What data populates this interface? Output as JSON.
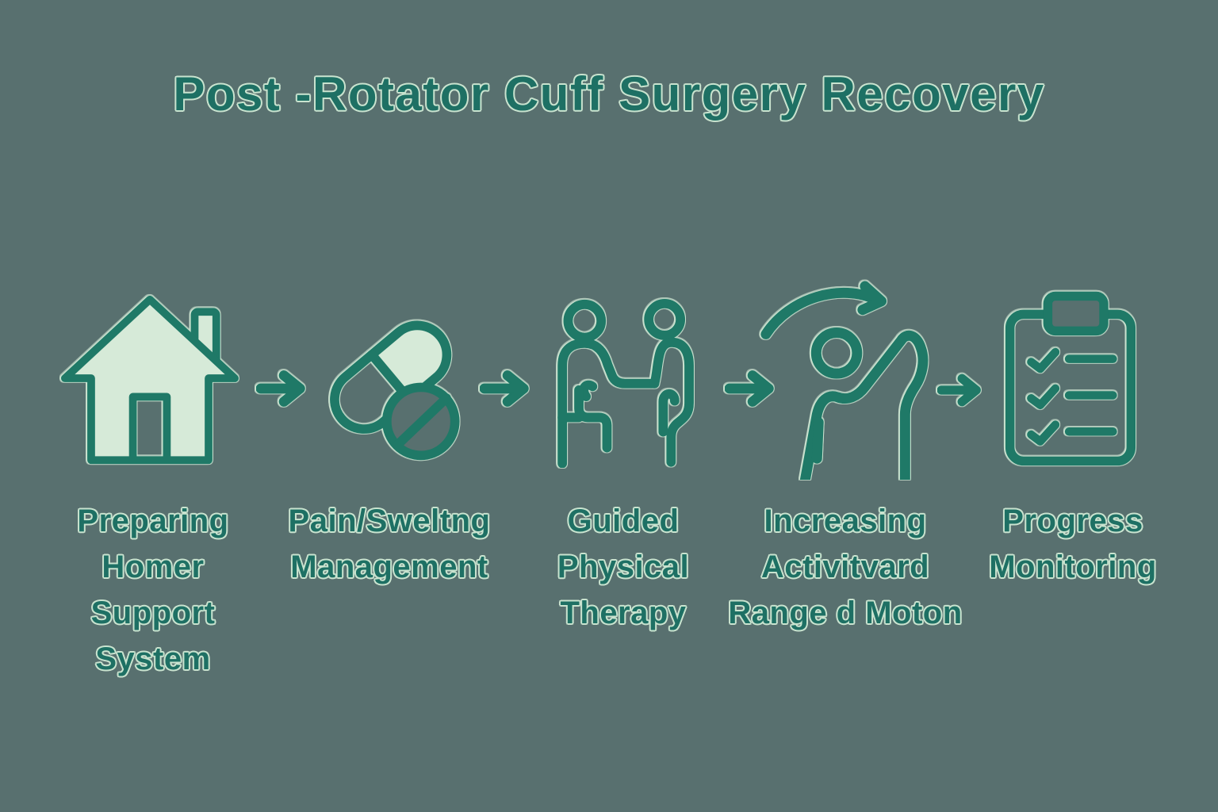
{
  "title": "Post -Rotator Cuff Surgery Recovery",
  "steps": [
    {
      "name": "preparing-home-support",
      "icon": "house-icon",
      "label": "Preparing\nHomer\nSupport\nSystem"
    },
    {
      "name": "pain-swelling-management",
      "icon": "pills-icon",
      "label": "Pain/Sweltng\nManagement"
    },
    {
      "name": "guided-physical-therapy",
      "icon": "therapy-session-icon",
      "label": "Guided\nPhysical\nTherapy"
    },
    {
      "name": "increasing-activity-range-of-motion",
      "icon": "stretching-person-icon",
      "label": "Increasing\nActivitvard\nRange d Moton"
    },
    {
      "name": "progress-monitoring",
      "icon": "clipboard-checklist-icon",
      "label": "Progress\nMonitoring"
    }
  ],
  "connector_icon": "arrow-right-icon",
  "colors": {
    "background": "#58706F",
    "icon_stroke": "#1F7967",
    "icon_fill_light": "#D6EAD8",
    "text": "#1E7064",
    "text_outline": "#C9E3CF"
  }
}
